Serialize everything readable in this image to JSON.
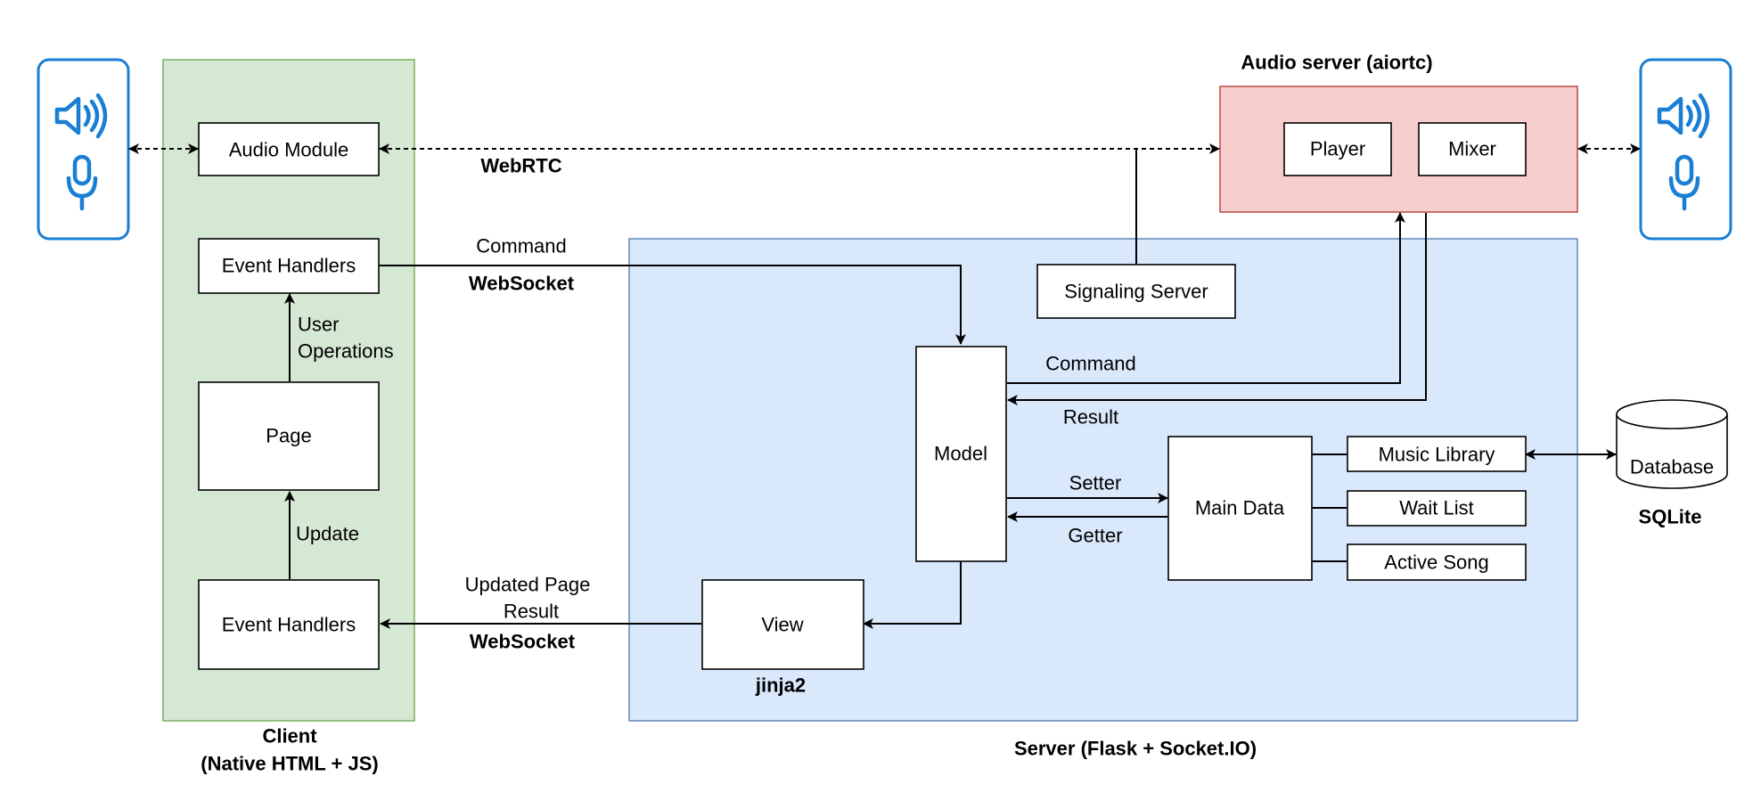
{
  "regions": {
    "client": {
      "line1": "Client",
      "line2": "(Native HTML + JS)",
      "fill": "#d5e8d4",
      "stroke": "#82b366"
    },
    "server": {
      "label": "Server (Flask + Socket.IO)",
      "fill": "#dae8fc",
      "stroke": "#6c8ebf"
    },
    "audio_server": {
      "label": "Audio server (aiortc)",
      "fill": "#f8cecc",
      "stroke": "#b85450"
    }
  },
  "nodes": {
    "audio_module": "Audio Module",
    "event_handlers_top": "Event Handlers",
    "page": "Page",
    "event_handlers_bottom": "Event Handlers",
    "signaling_server": "Signaling Server",
    "model": "Model",
    "view": "View",
    "main_data": "Main Data",
    "music_library": "Music Library",
    "wait_list": "Wait List",
    "active_song": "Active Song",
    "player": "Player",
    "mixer": "Mixer",
    "database": "Database"
  },
  "edge_labels": {
    "webrtc": "WebRTC",
    "command_ws": "Command",
    "websocket_top": "WebSocket",
    "user_ops_1": "User",
    "user_ops_2": "Operations",
    "update": "Update",
    "updated_page_1": "Updated Page",
    "updated_page_2": "Result",
    "websocket_bottom": "WebSocket",
    "command_audio": "Command",
    "result": "Result",
    "setter": "Setter",
    "getter": "Getter"
  },
  "annotations": {
    "jinja2": "jinja2",
    "sqlite": "SQLite"
  },
  "devices": [
    {
      "icons": [
        "speaker-icon",
        "microphone-icon"
      ],
      "color": "#1a7fd4"
    },
    {
      "icons": [
        "speaker-icon",
        "microphone-icon"
      ],
      "color": "#1a7fd4"
    }
  ]
}
